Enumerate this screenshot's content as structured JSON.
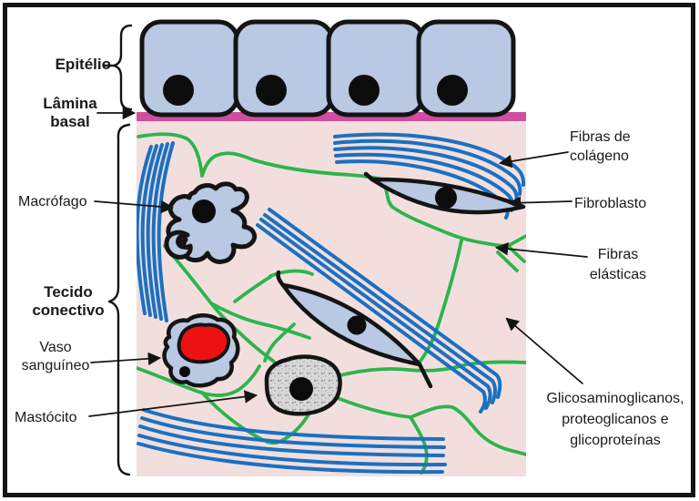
{
  "figure": {
    "description": "Esquema de epitélio e tecido conectivo",
    "labels": {
      "epitelio": "Epitélio",
      "lamina_basal": "Lâmina\nbasal",
      "macrofago": "Macrófago",
      "tecido_conectivo": "Tecido\nconectivo",
      "vaso_sanguineo": "Vaso\nsanguíneo",
      "mastocito": "Mastócito",
      "fibras_colageno": "Fibras de\ncolágeno",
      "fibroblasto": "Fibroblasto",
      "fibras_elasticas": "Fibras\nelásticas",
      "matriz": "Glicosaminoglicanos,\nproteoglicanos e\nglicoproteínas"
    },
    "colors": {
      "outline": "#141414",
      "cell_fill": "#b9c8e3",
      "nucleus": "#0c0c0c",
      "lamina": "#cf4f9f",
      "matrix": "#f2dfdd",
      "collagen": "#1b70c1",
      "elastic": "#2db44c",
      "blood": "#ee1111",
      "mast_fill": "#d8d8d8",
      "mast_speck": "#9e9e9e"
    }
  }
}
